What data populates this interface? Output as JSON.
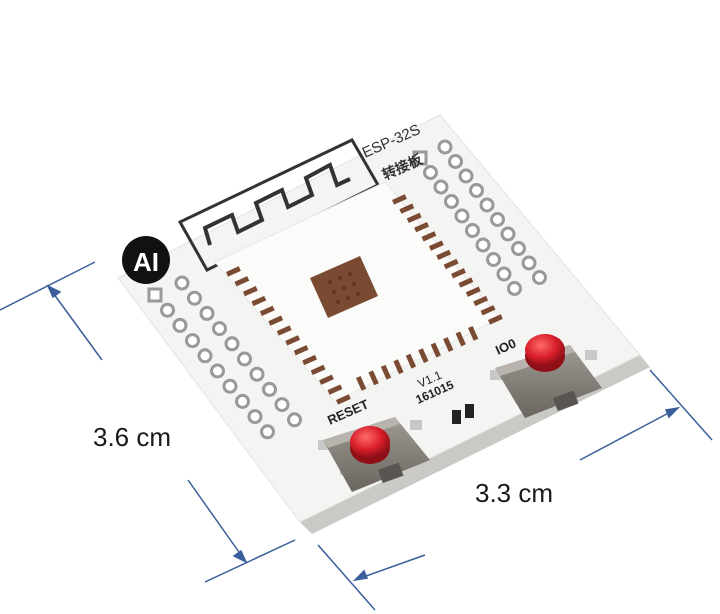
{
  "board": {
    "title_line1": "ESP-32S",
    "title_line2": "转接板",
    "version": "V1.1",
    "date_code": "161015",
    "logo_text": "AI",
    "reset_label": "RESET",
    "io0_label": "IO0"
  },
  "dimensions": {
    "height_label": "3.6 cm",
    "width_label": "3.3 cm",
    "arrow_color": "#3a5f9a"
  },
  "colors": {
    "pcb": "#f4f4f2",
    "pad": "#7a4a33",
    "button_cap": "#d81e2a",
    "button_body": "#8a8480"
  }
}
